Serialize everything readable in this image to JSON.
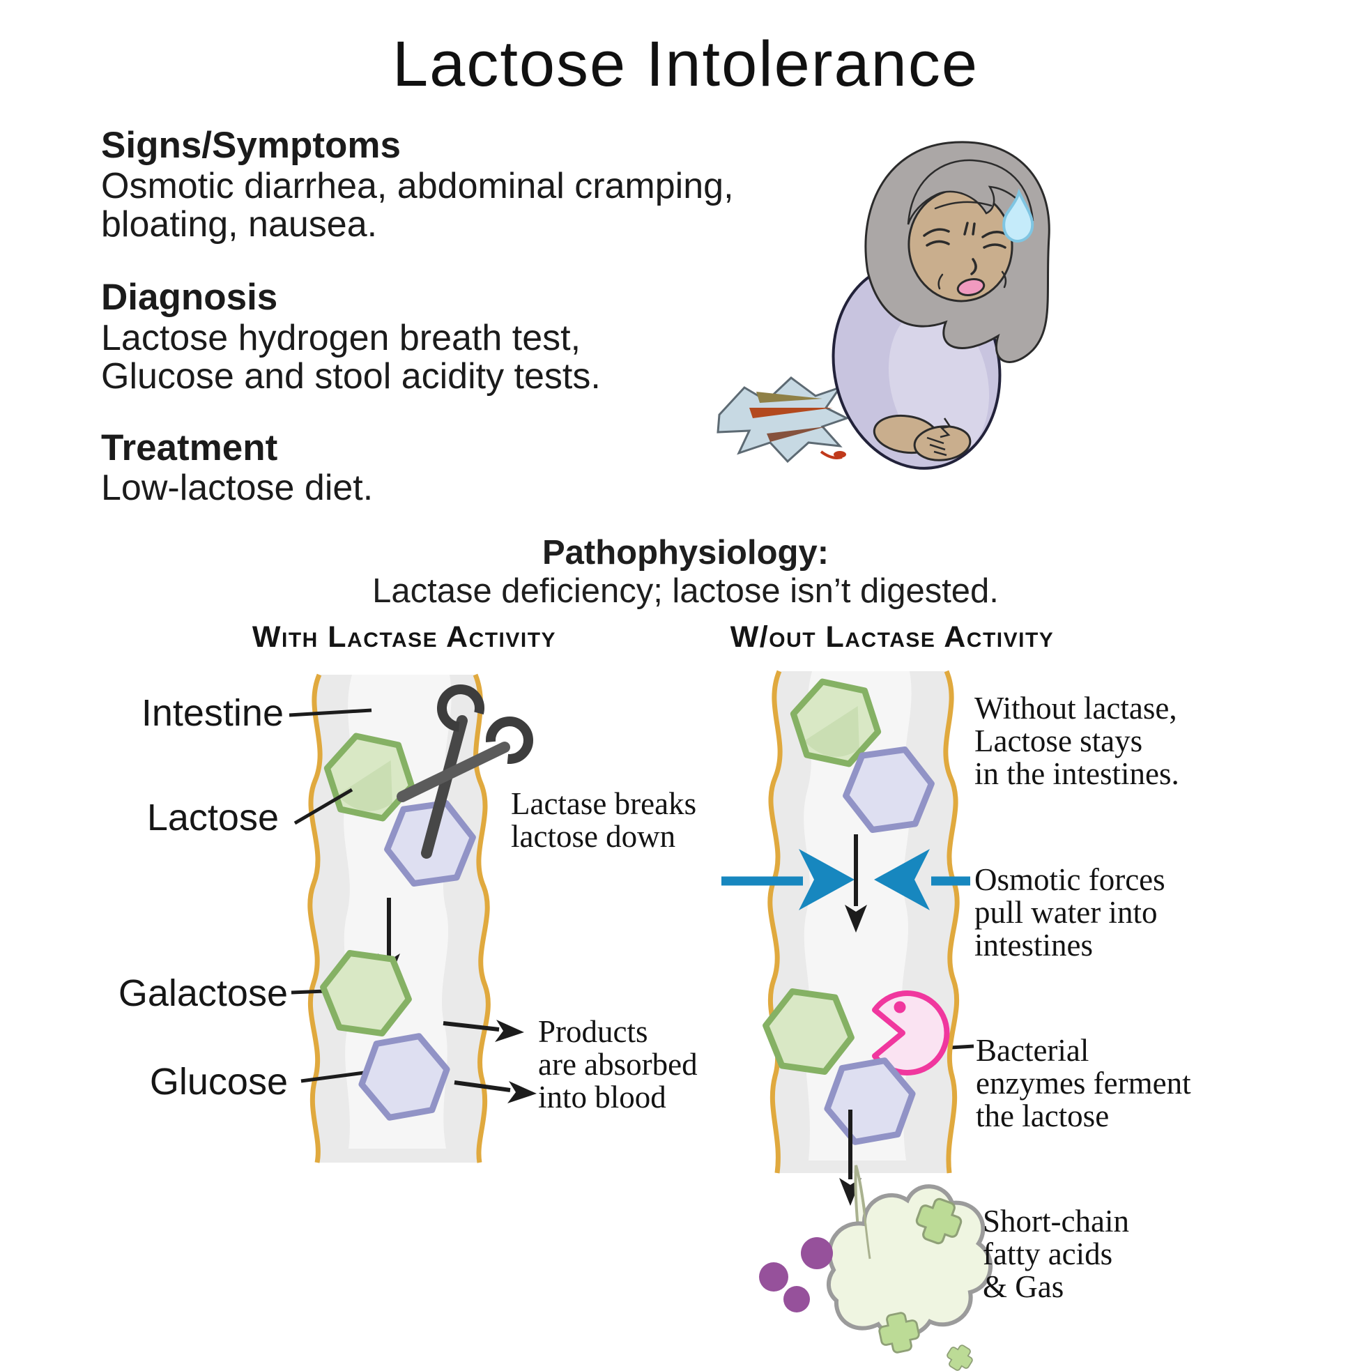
{
  "title": "Lactose Intolerance",
  "info": {
    "signs": {
      "heading": "Signs/Symptoms",
      "lines": [
        "Osmotic diarrhea, abdominal cramping,",
        "bloating, nausea."
      ]
    },
    "diagnosis": {
      "heading": "Diagnosis",
      "lines": [
        "Lactose hydrogen breath test,",
        "Glucose and stool acidity tests."
      ]
    },
    "treatment": {
      "heading": "Treatment",
      "lines": [
        "Low-lactose diet."
      ]
    }
  },
  "patho": {
    "heading": "Pathophysiology:",
    "subtitle": "Lactase deficiency; lactose isn’t digested."
  },
  "columns": {
    "left_header": "With Lactase Activity",
    "right_header": "W/out Lactase Activity"
  },
  "left": {
    "labels": {
      "intestine": "Intestine",
      "lactose": "Lactose",
      "galactose": "Galactose",
      "glucose": "Glucose"
    },
    "lactase_note": [
      "Lactase breaks",
      "lactose down"
    ],
    "products_note": [
      "Products",
      "are absorbed",
      "into blood"
    ]
  },
  "right": {
    "stays_note": [
      "Without lactase,",
      "Lactose stays",
      "in the intestines."
    ],
    "osmotic_note": [
      "Osmotic forces",
      "pull water into",
      "intestines"
    ],
    "bacterial_note": [
      "Bacterial",
      "enzymes ferment",
      "the lactose"
    ],
    "gas_note": [
      "Short-chain",
      "fatty acids",
      "& Gas"
    ]
  },
  "icons": {
    "scissors": "scissors-icon (lactase enzyme cutting lactose)",
    "bacteria": "pacman-bacteria-icon (bacterium eating lactose)",
    "gas_cloud": "gas-cloud-icon",
    "sweat_drop": "sweat-drop-icon",
    "woman": "woman-with-abdominal-pain illustration",
    "hexagon_green": "sugar-hexagon-green (lactose/galactose)",
    "hexagon_purple": "sugar-hexagon-purple (lactose/glucose)"
  },
  "colors": {
    "intestine_wall_gold": "#e0a93e",
    "intestine_fill": "#eaeaea",
    "intestine_inner": "#f7f7f7",
    "hex_green_fill": "#d9e8c5",
    "hex_green_stroke": "#85b164",
    "hex_purple_fill": "#dedff1",
    "hex_purple_stroke": "#9193c6",
    "osmotic_arrow_blue": "#1787bf",
    "bacteria_pink": "#f0379e",
    "bacteria_pink_fill": "#fae3f2",
    "gas_cloud_fill": "#eff5e1",
    "gas_dot_purple": "#96519b",
    "gas_blob_green": "#bcdb96",
    "scissors_gray": "#4a4a4a",
    "arrow_black": "#1c1c1c",
    "hair_gray": "#aba7a6",
    "skin_tan": "#c9ae8d",
    "dress_lavender": "#c8c4df"
  }
}
